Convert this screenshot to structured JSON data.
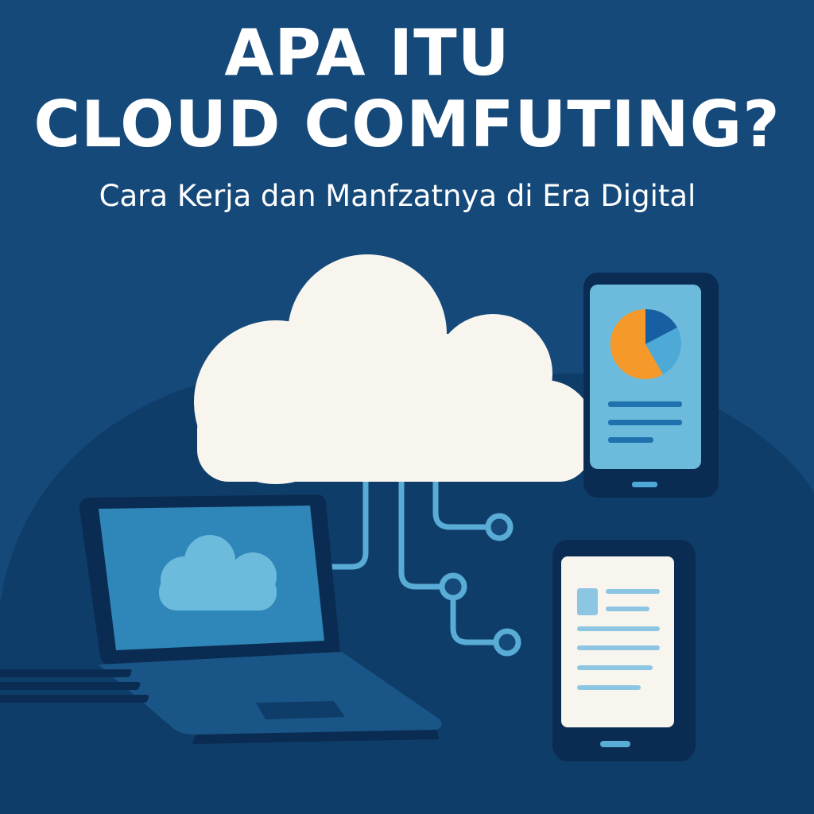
{
  "poster": {
    "title_line_1": "APA ITU",
    "title_line_2": "CLOUD COMFUTING?",
    "subtitle": "Cara Kerja dan Manfzatnya di Era Digital"
  },
  "colors": {
    "background": "#15497a",
    "dome": "#0f3d69",
    "cloud": "#f8f5ef",
    "connector": "#58acd6",
    "device_frame": "#0b2c52",
    "laptop_screen": "#2f86b8",
    "phone_screen": "#6dbbdc",
    "tablet_screen": "#f8f5ef",
    "pie_orange": "#f59a2a",
    "pie_blue": "#175ea3",
    "pie_light": "#4da9d6"
  },
  "icons": [
    "cloud-icon",
    "laptop-icon",
    "phone-icon",
    "tablet-icon",
    "pie-chart-icon",
    "network-connector-icon"
  ]
}
